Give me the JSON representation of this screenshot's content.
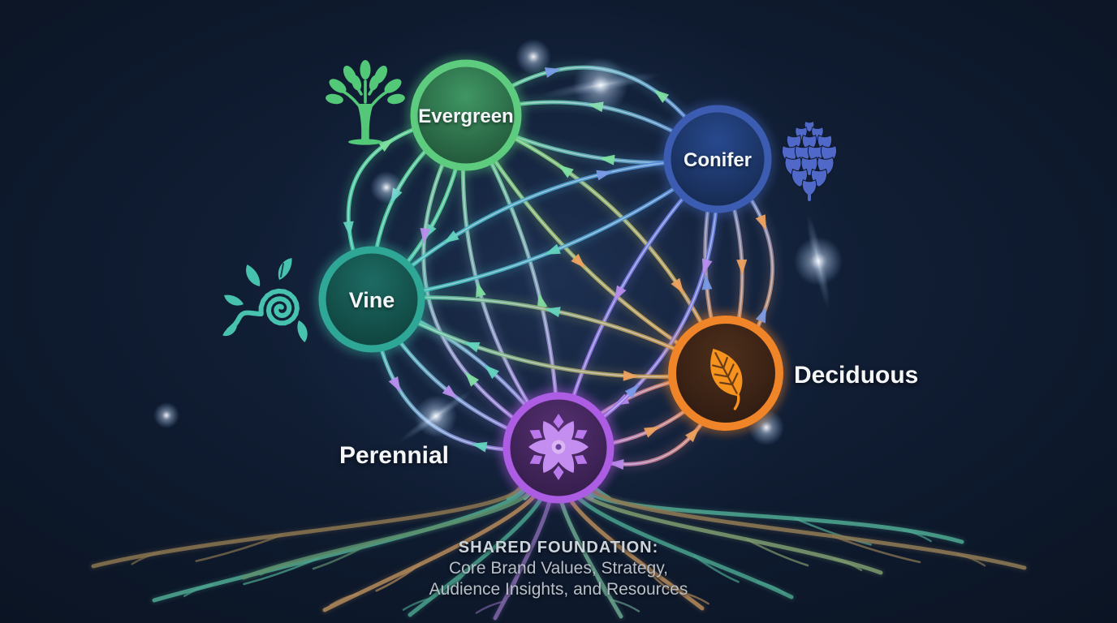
{
  "diagram": {
    "background": "#0d1828",
    "nodes": [
      {
        "id": "evergreen",
        "label": "Evergreen",
        "accent": "#62d88a",
        "ring": "#5ecc7f",
        "fill": "#2a6a47",
        "icon": "tree-icon"
      },
      {
        "id": "conifer",
        "label": "Conifer",
        "accent": "#5b84e0",
        "ring": "#3b5cb0",
        "fill": "#1c3562",
        "icon": "pinecone-icon"
      },
      {
        "id": "vine",
        "label": "Vine",
        "accent": "#3fc9b0",
        "ring": "#2fa796",
        "fill": "#145750",
        "icon": "vine-spiral-icon"
      },
      {
        "id": "deciduous",
        "label": "Deciduous",
        "accent": "#e88c3c",
        "ring": "#f08428",
        "fill": "#3a2314",
        "icon": "leaf-icon"
      },
      {
        "id": "perennial",
        "label": "Perennial",
        "accent": "#a873e8",
        "ring": "#ad5ce4",
        "fill": "#3f2458",
        "icon": "flower-icon"
      }
    ],
    "connections": [
      {
        "from": "evergreen",
        "to": "conifer",
        "bidirectional": true
      },
      {
        "from": "evergreen",
        "to": "vine",
        "bidirectional": true
      },
      {
        "from": "conifer",
        "to": "deciduous",
        "bidirectional": true
      },
      {
        "from": "deciduous",
        "to": "perennial",
        "bidirectional": true
      },
      {
        "from": "vine",
        "to": "perennial",
        "bidirectional": true
      },
      {
        "from": "evergreen",
        "to": "deciduous",
        "bidirectional": true
      },
      {
        "from": "evergreen",
        "to": "perennial",
        "bidirectional": true
      },
      {
        "from": "conifer",
        "to": "vine",
        "bidirectional": true
      },
      {
        "from": "conifer",
        "to": "perennial",
        "bidirectional": true
      },
      {
        "from": "vine",
        "to": "deciduous",
        "bidirectional": true
      }
    ],
    "foundation": {
      "heading": "SHARED FOUNDATION:",
      "line1": "Core Brand Values, Strategy,",
      "line2": "Audience Insights, and Resources"
    }
  }
}
